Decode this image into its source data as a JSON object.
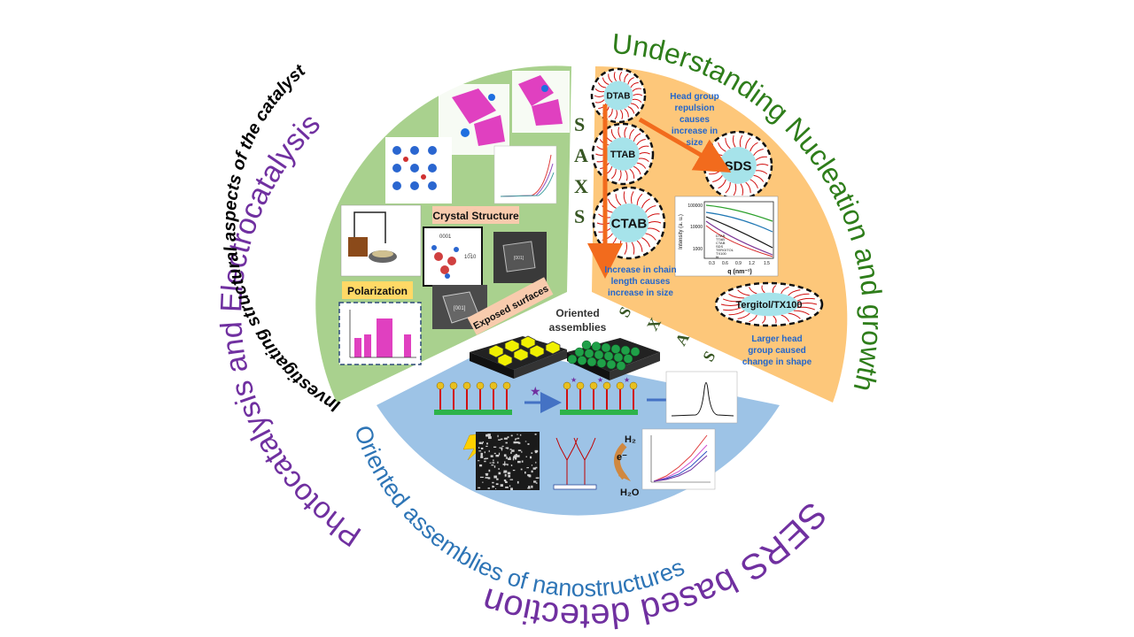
{
  "outer_titles": {
    "photocatalysis": "Photocatalysis and Electrocatalysis",
    "nucleation": "Understanding Nucleation and growth",
    "sers": "SERS based detection"
  },
  "inner_titles": {
    "structural": "Investigating structural aspects of the catalyst",
    "oriented": "Oriented assemblies of nanostructures"
  },
  "labels": {
    "crystal_structure": "Crystal Structure",
    "polarization": "Polarization",
    "exposed_surfaces": "Exposed surfaces",
    "oriented_assemblies": "Oriented assemblies",
    "saxs_letters": [
      "S",
      "A",
      "X",
      "S"
    ],
    "h2": "H₂",
    "h2o": "H₂O",
    "e_minus": "e⁻",
    "facet_001": "[001]",
    "facet_0001": "0001",
    "facet_1010": "10̅10",
    "tem_001": "[001]"
  },
  "micelles": {
    "dtab": "DTAB",
    "ttab": "TTAB",
    "ctab": "CTAB",
    "sds": "SDS",
    "tergitol": "Tergitol/TX100"
  },
  "notes": {
    "head_group": [
      "Head group",
      "repulsion",
      "causes",
      "increase in",
      "size"
    ],
    "chain_length": [
      "Increase in chain",
      "length causes",
      "increase in  size"
    ],
    "larger_head": [
      "Larger head",
      "group caused",
      "change in shape"
    ]
  },
  "saxs_plot": {
    "ylabel": "Intensity (a. u.)",
    "xlabel": "q (nm⁻¹)",
    "y_ticks": [
      "100000",
      "10000",
      "1000"
    ],
    "x_ticks": [
      "0.3",
      "0.6",
      "0.9",
      "1.2",
      "1.5"
    ],
    "legend": [
      "DTAB",
      "TTAB",
      "CTAB",
      "SDS",
      "TERGITOL",
      "TX100",
      "fit"
    ]
  },
  "colors": {
    "green_sector": "#a9d18e",
    "orange_sector": "#fdc77a",
    "blue_sector": "#9dc3e6",
    "purple_title": "#7030a0",
    "green_title": "#2e7d1a",
    "blue_title": "#2e75b6",
    "arrow_orange": "#f26b1d"
  }
}
